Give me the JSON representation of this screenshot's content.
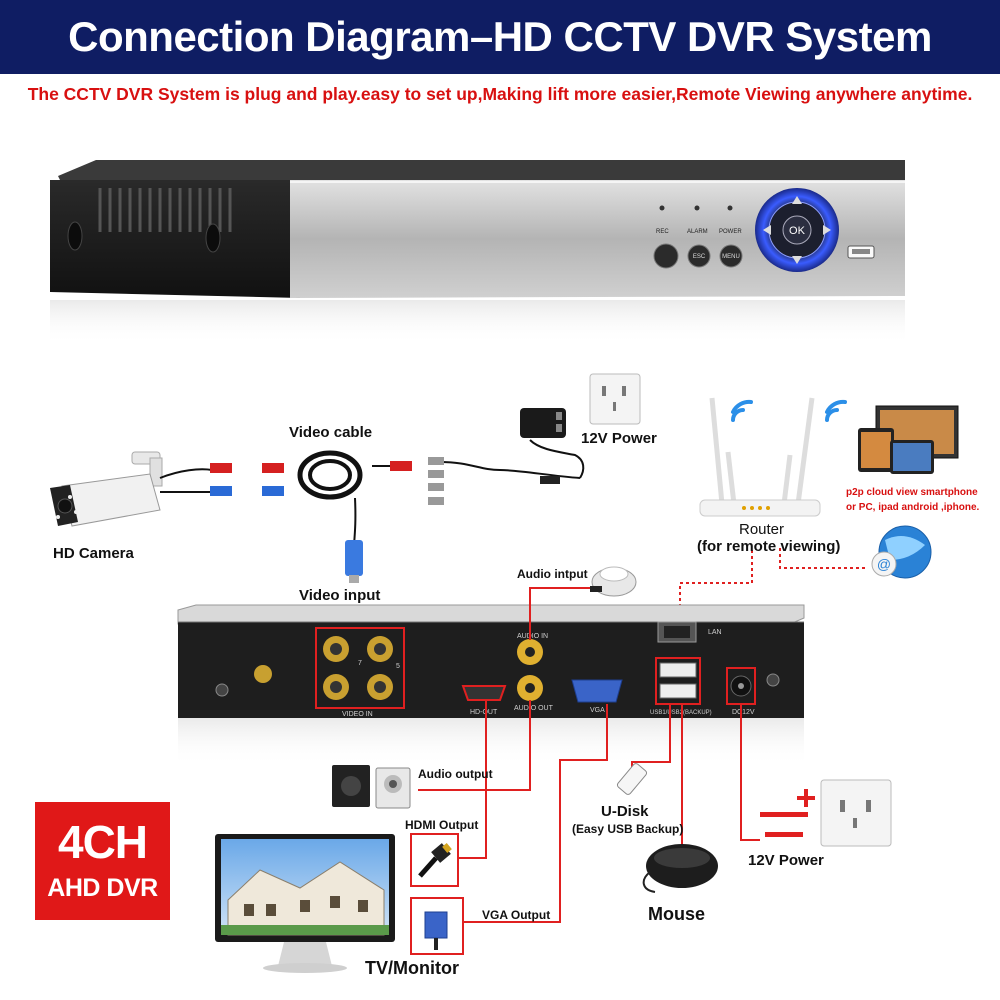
{
  "title": "Connection Diagram–HD CCTV DVR System",
  "subtitle": "The CCTV DVR System is plug and play.easy to set up,Making lift more easier,Remote Viewing anywhere anytime.",
  "dvr_front": {
    "rec": "REC",
    "alarm": "ALARM",
    "power": "POWER",
    "esc": "ESC",
    "menu": "MENU",
    "ok": "OK"
  },
  "labels": {
    "video_cable": "Video cable",
    "power_12v_top": "12V Power",
    "hd_camera": "HD Camera",
    "video_input": "Video input",
    "router": "Router",
    "router_sub": "(for remote viewing)",
    "p2p_line1": "p2p cloud  view smartphone",
    "p2p_line2": "or PC, ipad android ,iphone.",
    "audio_input": "Audio intput",
    "audio_output": "Audio output",
    "hdmi_output": "HDMI Output",
    "vga_output": "VGA Output",
    "udisk": "U-Disk",
    "udisk_sub": "(Easy USB Backup)",
    "mouse": "Mouse",
    "power_12v_bottom": "12V Power",
    "tv_monitor": "TV/Monitor"
  },
  "dvr_back": {
    "video_in": "VIDEO IN",
    "audio_in": "AUDIO IN",
    "audio_out": "AUDIO OUT",
    "hd_out": "HD-OUT",
    "vga": "VGA",
    "lan": "LAN",
    "usb": "USB1/USB2(BACKUP)",
    "dc12v": "DC12V",
    "port7": "7",
    "port5": "5"
  },
  "badge": {
    "line1": "4CH",
    "line2": "AHD DVR"
  },
  "colors": {
    "banner": "#0f1d63",
    "subtitle": "#d81010",
    "accent_red": "#e01818",
    "wire_red": "#e02020"
  }
}
